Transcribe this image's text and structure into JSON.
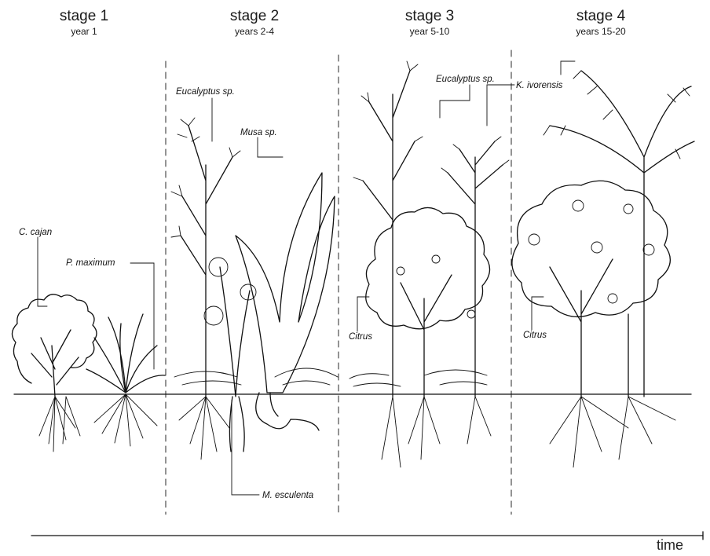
{
  "stages": [
    {
      "title": "stage 1",
      "years": "year 1"
    },
    {
      "title": "stage 2",
      "years": "years 2-4"
    },
    {
      "title": "stage 3",
      "years": "year 5-10"
    },
    {
      "title": "stage 4",
      "years": "years 15-20"
    }
  ],
  "species_labels": {
    "c_cajan": "C. cajan",
    "p_maximum": "P. maximum",
    "eucalyptus_stage2": "Eucalyptus sp.",
    "musa": "Musa sp.",
    "m_esculenta": "M. esculenta",
    "eucalyptus_stage3": "Eucalyptus sp.",
    "citrus_stage3": "Citrus",
    "k_ivorensis": "K. ivorensis",
    "citrus_stage4": "Citrus"
  },
  "axis": {
    "label": "time"
  }
}
